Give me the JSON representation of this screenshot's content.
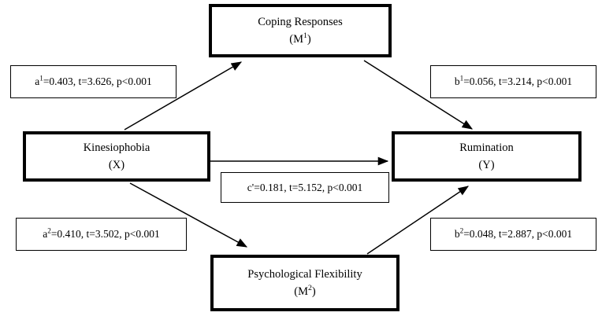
{
  "diagram": {
    "type": "mediation-path-model",
    "constructs": [
      {
        "id": "coping-responses",
        "name": "Coping Responses",
        "symbol_prefix": "(M",
        "symbol_sup": "1",
        "symbol_suffix": ")",
        "role": "mediator-1"
      },
      {
        "id": "kinesiophobia",
        "name": "Kinesiophobia",
        "symbol_prefix": "(X",
        "symbol_sup": "",
        "symbol_suffix": ")",
        "role": "independent-variable"
      },
      {
        "id": "rumination",
        "name": "Rumination",
        "symbol_prefix": "(Y",
        "symbol_sup": "",
        "symbol_suffix": ")",
        "role": "dependent-variable"
      },
      {
        "id": "psychological-flexibility",
        "name": "Psychological Flexibility",
        "symbol_prefix": "(M",
        "symbol_sup": "2",
        "symbol_suffix": ")",
        "role": "mediator-2"
      }
    ],
    "paths": [
      {
        "id": "a1",
        "label_prefix": "a",
        "label_sup": "1",
        "label_rest": "=0.403, t=3.626, p<0.001",
        "coefficient": 0.403,
        "t": 3.626,
        "p": "<0.001",
        "from": "kinesiophobia",
        "to": "coping-responses"
      },
      {
        "id": "b1",
        "label_prefix": "b",
        "label_sup": "1",
        "label_rest": "=0.056, t=3.214, p<0.001",
        "coefficient": 0.056,
        "t": 3.214,
        "p": "<0.001",
        "from": "coping-responses",
        "to": "rumination"
      },
      {
        "id": "cprime",
        "label_prefix": "c'",
        "label_sup": "",
        "label_rest": "=0.181, t=5.152, p<0.001",
        "coefficient": 0.181,
        "t": 5.152,
        "p": "<0.001",
        "from": "kinesiophobia",
        "to": "rumination"
      },
      {
        "id": "a2",
        "label_prefix": "a",
        "label_sup": "2",
        "label_rest": "=0.410, t=3.502, p<0.001",
        "coefficient": 0.41,
        "t": 3.502,
        "p": "<0.001",
        "from": "kinesiophobia",
        "to": "psychological-flexibility"
      },
      {
        "id": "b2",
        "label_prefix": "b",
        "label_sup": "2",
        "label_rest": "=0.048, t=2.887, p<0.001",
        "coefficient": 0.048,
        "t": 2.887,
        "p": "<0.001",
        "from": "psychological-flexibility",
        "to": "rumination"
      }
    ],
    "colors": {
      "box_border": "#000000",
      "text": "#000000",
      "arrow": "#000000",
      "background": "#ffffff"
    }
  }
}
